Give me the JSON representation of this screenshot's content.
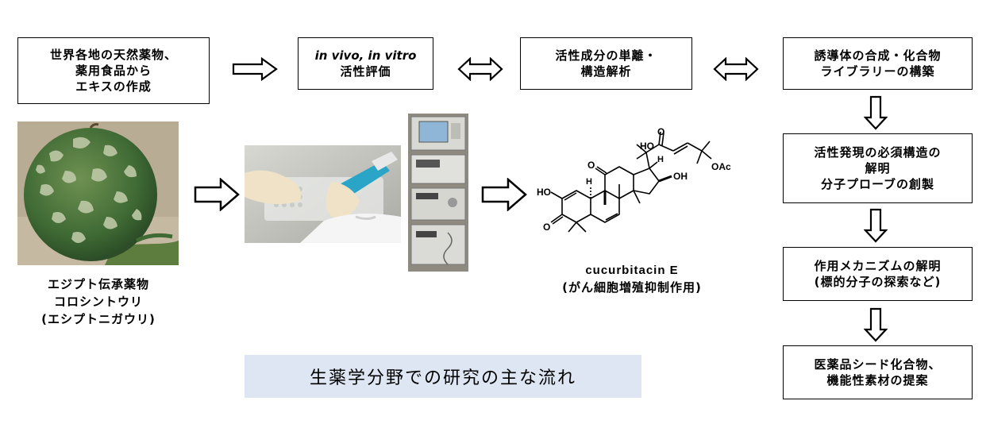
{
  "flow": {
    "box1": {
      "lines": [
        "世界各地の天然薬物、",
        "薬用食品から",
        "エキスの作成"
      ]
    },
    "box2": {
      "line1": "in vivo, in vitro",
      "line2": "活性評価"
    },
    "box3": {
      "lines": [
        "活性成分の単離・",
        "構造解析"
      ]
    },
    "box4": {
      "lines": [
        "誘導体の合成・化合物",
        "ライブラリーの構築"
      ]
    },
    "box5": {
      "lines": [
        "活性発現の必須構造の",
        "解明",
        "分子プローブの創製"
      ]
    },
    "box6": {
      "lines": [
        "作用メカニズムの解明",
        "(標的分子の探索など)"
      ]
    },
    "box7": {
      "lines": [
        "医薬品シード化合物、",
        "機能性素材の提案"
      ]
    }
  },
  "plant_caption": {
    "lines": [
      "エジプト伝承薬物",
      "コロシントウリ",
      "(エシプトニガウリ)"
    ]
  },
  "compound": {
    "name": "cucurbitacin E",
    "activity": "(がん細胞増殖抑制作用)",
    "atom_labels": {
      "ho_left": "HO",
      "oh_side": "OH",
      "oh_top": "HO",
      "h_top": "H",
      "h_mid": "H",
      "oac": "OAc",
      "o_ring": "O",
      "o_ketone_left": "O",
      "o_ketone_top": "O"
    }
  },
  "title": "生薬学分野での研究の主な流れ",
  "colors": {
    "title_bg": "#dde6f2",
    "border": "#000000"
  }
}
